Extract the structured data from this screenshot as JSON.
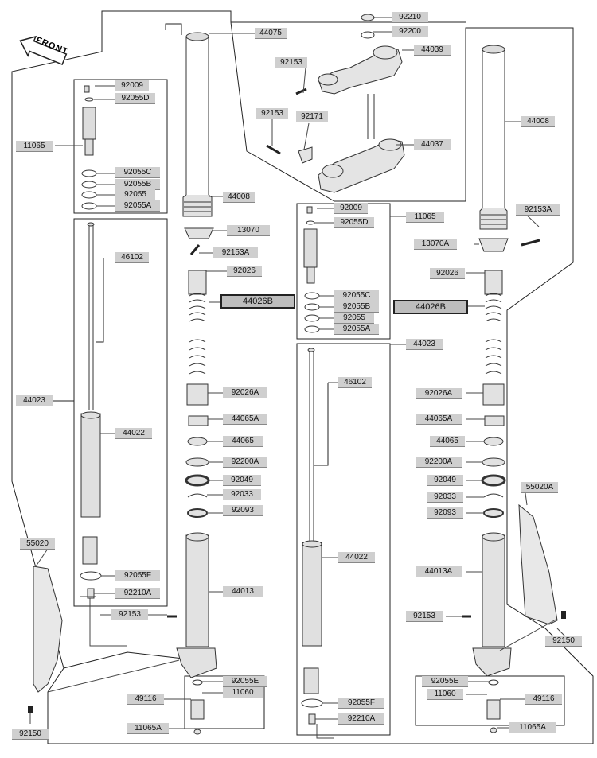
{
  "front_arrow": {
    "text": "FRONT"
  },
  "labels": {
    "p92210": "92210",
    "p92200": "92200",
    "p44039": "44039",
    "p44075": "44075",
    "p92153_top": "92153",
    "p92153_mid": "92153",
    "p92171": "92171",
    "p44037": "44037",
    "p44008_right": "44008",
    "p44008_left": "44008",
    "p92009_left": "92009",
    "p92055D_left": "92055D",
    "p11065_left": "11065",
    "p92055C_left": "92055C",
    "p92055B_left": "92055B",
    "p92055_left": "92055",
    "p92055A_left": "92055A",
    "p13070": "13070",
    "p92153A_left": "92153A",
    "p46102_left": "46102",
    "p92026_left": "92026",
    "p44026B_left": "44026B",
    "p92009_right": "92009",
    "p11065_right": "11065",
    "p92055D_right": "92055D",
    "p92153A_right": "92153A",
    "p13070A": "13070A",
    "p92026_right": "92026",
    "p92055C_right": "92055C",
    "p92055B_right": "92055B",
    "p92055_right": "92055",
    "p92055A_right": "92055A",
    "p44026B_right": "44026B",
    "p44023_right": "44023",
    "p46102_right": "46102",
    "p92026A_left": "92026A",
    "p92026A_right": "92026A",
    "p44023_left": "44023",
    "p44065A_left": "44065A",
    "p44065A_right": "44065A",
    "p44022_left": "44022",
    "p44065_left": "44065",
    "p44065_right": "44065",
    "p92200A_left": "92200A",
    "p92200A_right": "92200A",
    "p92049_left": "92049",
    "p92049_right": "92049",
    "p92033_left": "92033",
    "p92033_right": "92033",
    "p55020A": "55020A",
    "p92093_left": "92093",
    "p92093_right": "92093",
    "p55020": "55020",
    "p44022_right": "44022",
    "p44013A": "44013A",
    "p92055F_left": "92055F",
    "p44013": "44013",
    "p92210A_left": "92210A",
    "p92153_lower_left": "92153",
    "p92153_lower_right": "92153",
    "p92150_right": "92150",
    "p92055E_left": "92055E",
    "p92055E_right": "92055E",
    "p49116_left": "49116",
    "p11060_left": "11060",
    "p11060_right": "11060",
    "p49116_right": "49116",
    "p92055F_right": "92055F",
    "p92210A_right": "92210A",
    "p92150_left": "92150",
    "p11065A_left": "11065A",
    "p11065A_right": "11065A"
  }
}
